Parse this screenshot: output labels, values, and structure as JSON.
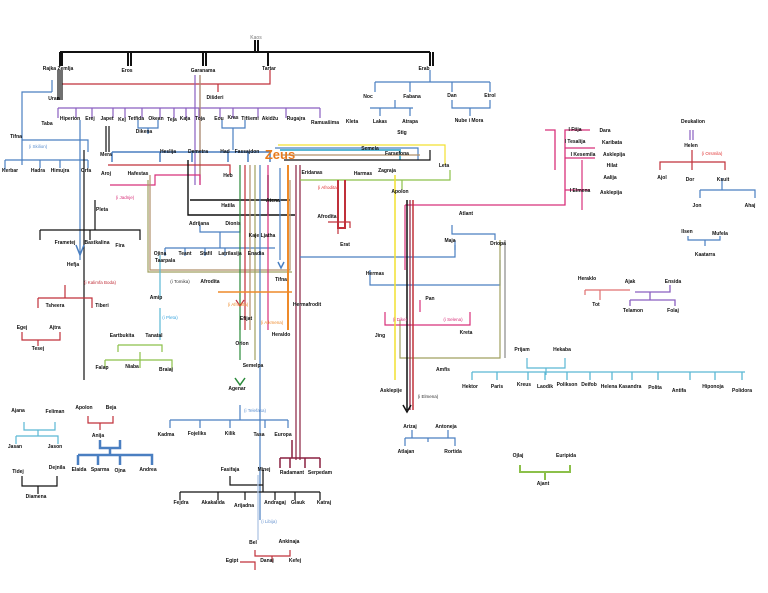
{
  "diagram": {
    "title": "Kaos",
    "type": "genealogy-tree",
    "colors": {
      "black": "#111111",
      "blue": "#4a7fc1",
      "lightblue": "#5bb8d4",
      "red": "#c0303a",
      "purple": "#8a5fc0",
      "pink": "#d8307a",
      "green": "#8cc04a",
      "yellow": "#f2e030",
      "orange": "#ee8a2a",
      "brown": "#b0906a",
      "olive": "#a0a060",
      "maroon": "#8a2040",
      "darkgreen": "#2a8a3a",
      "zeus": "#e87b1e"
    },
    "root": "Kaos",
    "focus": "Zeus",
    "nodes": [
      "Rajka Zemlja",
      "Eros",
      "Garanama",
      "Tartar",
      "Erab",
      "Uran",
      "Dišderi",
      "Noc",
      "Fabana",
      "Dan",
      "Etrol",
      "Taba",
      "Hiperion",
      "Erej",
      "Japet",
      "Kej",
      "Tetfida",
      "Okean",
      "Teja",
      "Kaja",
      "Toja",
      "Eou",
      "Kras",
      "Tifšemi",
      "Akidžu",
      "Rugajra",
      "Ramuašima",
      "Kleta",
      "Lakas",
      "Atrapa",
      "Stig",
      "Tifna",
      "Kerbar",
      "Hadra",
      "Himujra",
      "Orfa",
      "Dikena",
      "Mera",
      "Heslija",
      "Demetra",
      "Had",
      "Fassajdon",
      "Zeus",
      "Semela",
      "Farsefona",
      "Eridanas",
      "Harmas",
      "Zagraja",
      "Leta",
      "Apolon",
      "Aroj",
      "Hafestas",
      "Heb",
      "Hatila",
      "Atena",
      "Adrijana",
      "Dionis",
      "Pleta",
      "Frametej",
      "Bastkalina",
      "Fira",
      "Hefja",
      "Tsheera",
      "Tiberi",
      "Ojina",
      "Taarpala",
      "Teant",
      "Stafil",
      "Latrilasija",
      "Enadia",
      "Kaje Ljatha",
      "Afrodita",
      "Erat",
      "Atlant",
      "Maja",
      "Driopa",
      "Hermas",
      "Tifna",
      "Amip",
      "Tanatal",
      "Eartbukita",
      "Falap",
      "Niaba",
      "Braiaj",
      "Egej",
      "Ajtra",
      "Tesej",
      "Hermafrodit",
      "Heraldo",
      "Efijat",
      "Orion",
      "Semelpa",
      "Agenar",
      "Kadma",
      "Fojeliks",
      "Kilik",
      "Tasa",
      "Europa",
      "Fasifaja",
      "Minej",
      "Radamant",
      "Serpedam",
      "Fejdra",
      "Akakalida",
      "Arijadna",
      "Andragaj",
      "Glauk",
      "Katraj",
      "Bel",
      "Ankinaja",
      "Egipt",
      "Danaj",
      "Kefej",
      "Ajana",
      "Feliman",
      "Jasan",
      "Jason",
      "Apolon",
      "Beja",
      "Anija",
      "Elaida",
      "Sparma",
      "Ojna",
      "Andrea",
      "Tidej",
      "Dejnila",
      "Diamena",
      "Pan",
      "Jing",
      "Kreta",
      "Amfis",
      "Asklepije",
      "Arizaj",
      "Antoneja",
      "Atlajan",
      "Rortida",
      "Ojlaj",
      "Euripida",
      "Ajant",
      "Prijam",
      "Hekaba",
      "Hektor",
      "Paris",
      "Kreus",
      "Laodik",
      "Polikson",
      "Deifob",
      "Helena",
      "Kasandra",
      "Polita",
      "Antifa",
      "Hiponoja",
      "Polidora",
      "I Ftija",
      "Dara",
      "I Tesalija",
      "Karibata",
      "I Kesemila",
      "Asklepija",
      "Hilat",
      "Aalija",
      "I Elmena",
      "Asklepija",
      "Deukalion",
      "Helen",
      "Ajol",
      "Dor",
      "Ksuit",
      "Jon",
      "Ahaj",
      "Ilsen",
      "Mufela",
      "Kaatarra",
      "Heraklo",
      "Tot",
      "Ajak",
      "Ensida",
      "Telamon",
      "Folaj"
    ],
    "labels": {
      "kaos": "Kaos",
      "zeus": "Zeus",
      "rajka_zemlja": "Rajka Zemlja",
      "eros": "Eros",
      "garanama": "Garanama",
      "tartar": "Tartar",
      "erab": "Erab",
      "uran": "Uran",
      "disderi": "Dišderi",
      "noc": "Noc",
      "fabana": "Fabana",
      "dan": "Dan",
      "etrol": "Etrol",
      "nube": "Nube i Mora",
      "taba": "Taba",
      "hiperion": "Hiperion",
      "erej": "Erej",
      "japet": "Japet",
      "kej": "Kej",
      "tetfida": "Tetfida",
      "okean": "Okean",
      "teja": "Teja",
      "kaja": "Kaja",
      "toja": "Toja",
      "eou": "Eou",
      "kras": "Kras",
      "tifsemi": "Tifšemi",
      "akidzu": "Akidžu",
      "rugajra": "Rugajra",
      "ramuasima": "Ramuašima",
      "kleta": "Kleta",
      "lakas": "Lakas",
      "atrapa": "Atrapa",
      "stig": "Stig",
      "tifna": "Tifna",
      "skilion_note": "(i Skilion)",
      "kerbar": "Kerbar",
      "hadra": "Hadra",
      "himujra": "Himujra",
      "orfa": "Orfa",
      "dikena": "Dikena",
      "mera": "Mera",
      "heslija": "Heslija",
      "demetra": "Demetra",
      "had": "Had",
      "fassajdon": "Fassajdon",
      "semela": "Semela",
      "farsefona": "Farsefona",
      "eridanas": "Eridanas",
      "harmas": "Harmas",
      "zagraja": "Zagraja",
      "leta": "Leta",
      "afrodita_note": "(i Afrodita)",
      "apolon": "Apolon",
      "aroj": "Aroj",
      "hafestas": "Hafestas",
      "heb": "Heb",
      "hatila": "Hatila",
      "atena": "Atena",
      "adrijana": "Adrijana",
      "dionis": "Dionis",
      "jadnik_note": "(i Jadnje)",
      "pleta": "Pleta",
      "frametej": "Frametej",
      "bastkalina": "Bastkalina",
      "fira": "Fira",
      "hefja": "Hefja",
      "kalimfa_note": "(i Kalimfa Boda)",
      "tsheera": "Tsheera",
      "tiberi": "Tiberi",
      "ojina": "Ojina",
      "taarpala": "Taarpala",
      "teant": "Teant",
      "stafil": "Stafil",
      "latrilasija": "Latrilasija",
      "enadia": "Enadia",
      "kaje_ljatha": "Kaje Ljatha",
      "afrodita": "Afrodita",
      "erat": "Erat",
      "atlant": "Atlant",
      "maja": "Maja",
      "driopa": "Driopa",
      "hermas": "Hermas",
      "tifna2": "Tifna",
      "tomika_note": "(i Tomika)",
      "amip": "Amip",
      "pleta_note": "(i Pleta)",
      "tanatal": "Tanatal",
      "eartbukita": "Eartbukita",
      "falap": "Falap",
      "niaba": "Niaba",
      "braiaj": "Braiaj",
      "egej": "Egej",
      "ajtra": "Ajtra",
      "tesej": "Tesej",
      "hermafrodit": "Hermafrodit",
      "heraldo": "Heraldo",
      "efijat": "Efijat",
      "afrodita_note2": "(i Afrodita)",
      "alkmena_note": "(i Alkmena)",
      "orion": "Orion",
      "semelpa": "Semelpa",
      "agenar": "Agenar",
      "telefasa_note": "(i Telefasa)",
      "kadma": "Kadma",
      "fojeliks": "Fojeliks",
      "kilik": "Kilik",
      "tasa": "Tasa",
      "europa": "Europa",
      "fasifaja": "Fasifaja",
      "minej": "Minej",
      "radamant": "Radamant",
      "serpedam": "Serpedam",
      "fejdra": "Fejdra",
      "akakalida": "Akakalida",
      "arijadna": "Arijadna",
      "andragaj": "Andragaj",
      "glauk": "Glauk",
      "katraj": "Katraj",
      "libija_note": "(i Libija)",
      "bel": "Bel",
      "ankinaja": "Ankinaja",
      "egipt": "Egipt",
      "danaj": "Danaj",
      "kefej": "Kefej",
      "ajana": "Ajana",
      "feliman": "Feliman",
      "jasan": "Jasan",
      "jason": "Jason",
      "apolon2": "Apolon",
      "beja": "Beja",
      "anija": "Anija",
      "elaida": "Elaida",
      "sparma": "Sparma",
      "ojna": "Ojna",
      "andrea": "Andrea",
      "tidej": "Tidej",
      "dejnila": "Dejnila",
      "diamena": "Diamena",
      "pan": "Pan",
      "jing": "Jing",
      "kreta": "Kreta",
      "dike_note": "(i Dike)",
      "selena_note": "(i Selena)",
      "amfis": "Amfis",
      "asklepije": "Asklepije",
      "elmena_note": "(i Elmena)",
      "arizaj": "Arizaj",
      "antoneja": "Antoneja",
      "atlajan": "Atlajan",
      "rortida": "Rortida",
      "ojlaj": "Ojlaj",
      "euripida": "Euripida",
      "ajant": "Ajant",
      "prijam": "Prijam",
      "hekaba": "Hekaba",
      "hektor": "Hektor",
      "paris": "Paris",
      "kreus": "Kreus",
      "laodik": "Laodik",
      "polikson": "Polikson",
      "deifob": "Deifob",
      "helena": "Helena",
      "kasandra": "Kasandra",
      "polita": "Polita",
      "antifa": "Antifa",
      "hiponoja": "Hiponoja",
      "polidora": "Polidora",
      "i_ftija": "I Ftija",
      "dara": "Dara",
      "i_tesalija": "I Tesalija",
      "karibata": "Karibata",
      "i_kesemila": "I Kesemila",
      "asklepija": "Asklepija",
      "hilat": "Hilat",
      "aalija": "Aalija",
      "i_elmena": "I Elmena",
      "asklepija2": "Asklepija",
      "deukalion": "Deukalion",
      "helen": "Helen",
      "orsmila_note": "(i Orsmila)",
      "ajol": "Ajol",
      "dor": "Dor",
      "ksuit": "Ksuit",
      "jon": "Jon",
      "ahaj": "Ahaj",
      "ilsen": "Ilsen",
      "mufela": "Mufela",
      "kaatarra": "Kaatarra",
      "heraklo": "Heraklo",
      "tot": "Tot",
      "ajak": "Ajak",
      "ensida": "Ensida",
      "telamon": "Telamon",
      "folaj": "Folaj"
    }
  }
}
